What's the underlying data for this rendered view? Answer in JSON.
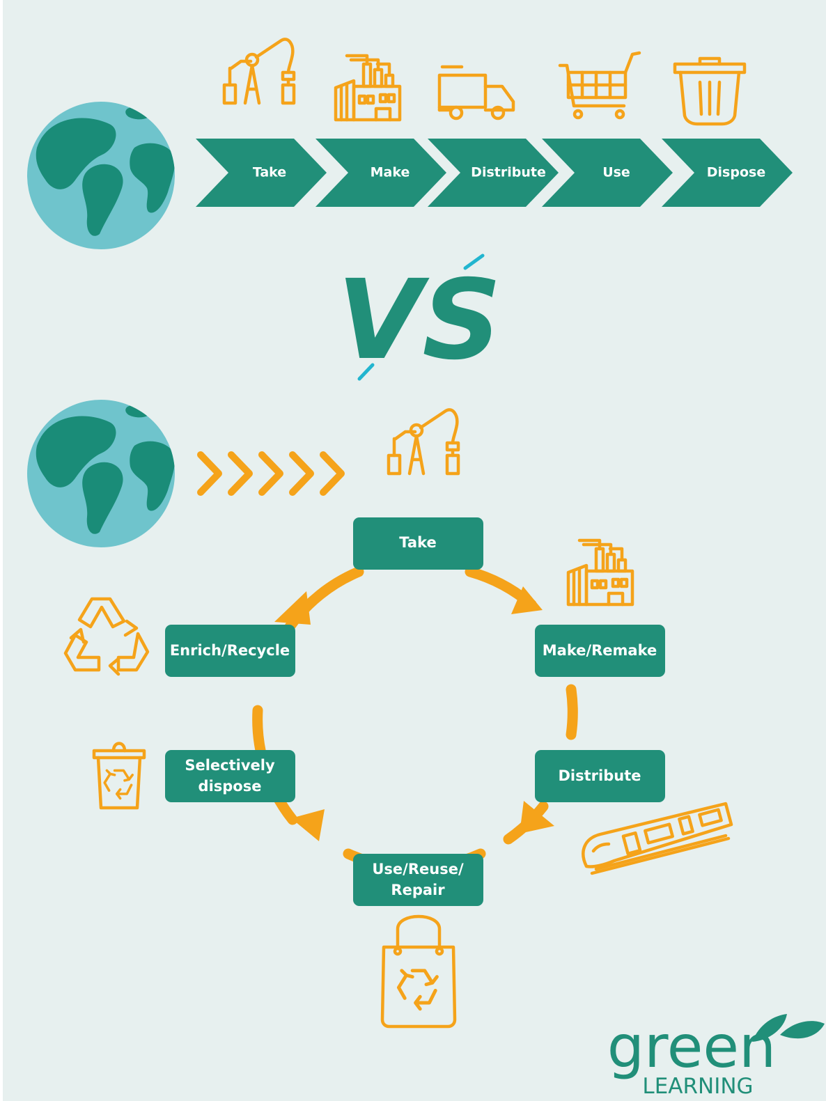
{
  "colors": {
    "background": "#e7f0ef",
    "teal": "#218f79",
    "orange": "#f5a31a",
    "globe_ocean": "#6fc4cc",
    "globe_land": "#1a8c78",
    "accent_blue": "#22b5cf"
  },
  "linear_economy": {
    "steps": [
      {
        "label": "Take",
        "icon": "oil-pump-icon"
      },
      {
        "label": "Make",
        "icon": "factory-icon"
      },
      {
        "label": "Distribute",
        "icon": "truck-icon"
      },
      {
        "label": "Use",
        "icon": "shopping-cart-icon"
      },
      {
        "label": "Dispose",
        "icon": "trash-bin-icon"
      }
    ]
  },
  "versus": {
    "text": "VS"
  },
  "circular_economy": {
    "steps": [
      {
        "label": "Take",
        "icon": "oil-pump-icon"
      },
      {
        "label": "Make/Remake",
        "icon": "factory-icon"
      },
      {
        "label": "Distribute",
        "icon": "train-icon"
      },
      {
        "label": "Use/Reuse/\nRepair",
        "icon": "shopping-bag-recycle-icon"
      },
      {
        "label": "Selectively\ndispose",
        "icon": "recycle-bin-icon"
      },
      {
        "label": "Enrich/Recycle",
        "icon": "recycle-icon"
      }
    ]
  },
  "logo": {
    "line1": "green",
    "line2": "LEARNING"
  }
}
